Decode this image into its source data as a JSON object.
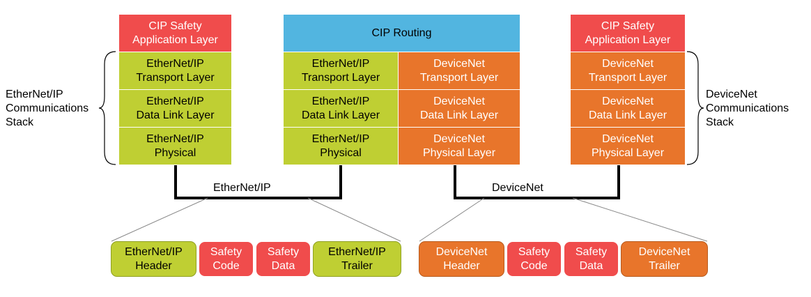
{
  "left_device": {
    "app": "CIP Safety\nApplication Layer",
    "transport": "EtherNet/IP\nTransport Layer",
    "datalink": "EtherNet/IP\nData Link Layer",
    "physical": "EtherNet/IP\nPhysical"
  },
  "router": {
    "routing": "CIP Routing",
    "eip_transport": "EtherNet/IP\nTransport Layer",
    "eip_datalink": "EtherNet/IP\nData Link Layer",
    "eip_physical": "EtherNet/IP\nPhysical",
    "dn_transport": "DeviceNet\nTransport Layer",
    "dn_datalink": "DeviceNet\nData Link Layer",
    "dn_physical": "DeviceNet\nPhysical Layer"
  },
  "right_device": {
    "app": "CIP Safety\nApplication Layer",
    "transport": "DeviceNet\nTransport Layer",
    "datalink": "DeviceNet\nData Link Layer",
    "physical": "DeviceNet\nPhysical Layer"
  },
  "labels": {
    "eip_stack": "EtherNet/IP\nCommunications\nStack",
    "dn_stack": "DeviceNet\nCommunications\nStack",
    "eip_network": "EtherNet/IP",
    "dn_network": "DeviceNet"
  },
  "eip_frame": {
    "header": "EtherNet/IP\nHeader",
    "safety_code": "Safety\nCode",
    "safety_data": "Safety\nData",
    "trailer": "EtherNet/IP\nTrailer"
  },
  "dn_frame": {
    "header": "DeviceNet\nHeader",
    "safety_code": "Safety\nCode",
    "safety_data": "Safety\nData",
    "trailer": "DeviceNet\nTrailer"
  },
  "colors": {
    "ethernet_green": "#bfcf33",
    "safety_red": "#f04c4c",
    "devicenet_orange": "#e8752b",
    "routing_blue": "#52b5e0"
  }
}
